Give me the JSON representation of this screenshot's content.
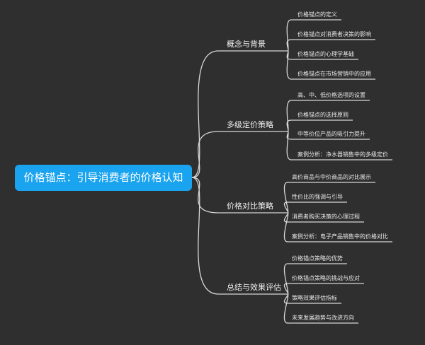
{
  "root": {
    "label": "价格锚点：引导消费者的价格认知"
  },
  "branches": [
    {
      "label": "概念与背景",
      "children": [
        "价格锚点的定义",
        "价格锚点对消费者决策的影响",
        "价格锚点的心理学基础",
        "价格锚点在市场营销中的应用"
      ]
    },
    {
      "label": "多级定价策略",
      "children": [
        "高、中、低价格选项的设置",
        "价格锚点的选择原则",
        "中等价位产品的吸引力提升",
        "案例分析：净水器销售中的多级定价"
      ]
    },
    {
      "label": "价格对比策略",
      "children": [
        "高价商品与中价商品的对比展示",
        "性价比的强调与引导",
        "消费者购买决策的心理过程",
        "案例分析：电子产品销售中的价格对比"
      ]
    },
    {
      "label": "总结与效果评估",
      "children": [
        "价格锚点策略的优势",
        "价格锚点策略的挑战与应对",
        "策略效果评估指标",
        "未来发展趋势与改进方向"
      ]
    }
  ],
  "colors": {
    "background": "#2f2f2f",
    "root_fill": "#1aa3ef",
    "connector": "#d8d8d8",
    "text": "#f0f0f0"
  }
}
